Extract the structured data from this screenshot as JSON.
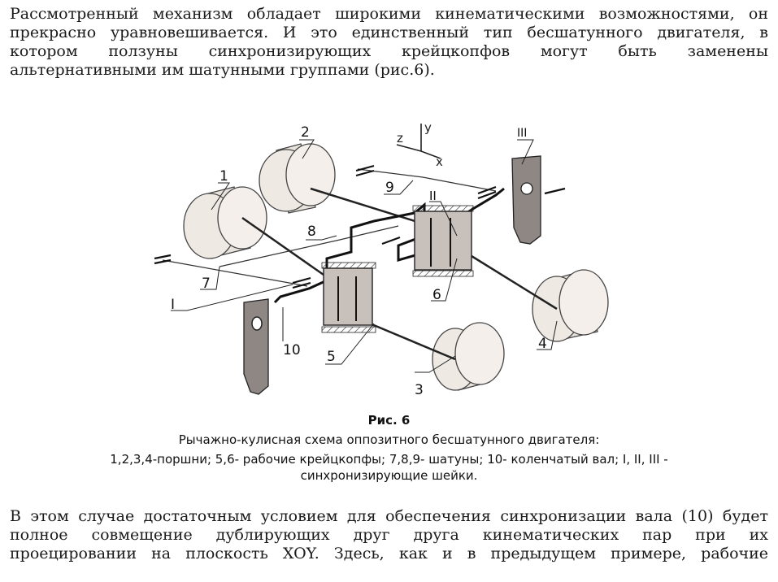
{
  "paragraph_top": {
    "lines": [
      "Рассмотренный механизм обладает широкими кинематическими возможностями, он",
      "прекрасно уравновешивается. И это единственный тип бесшатунного двигателя, в",
      "котором ползуны синхронизирующих крейцкопфов могут быть заменены",
      "альтернативными им шатунными группами (рис.6)."
    ]
  },
  "figure": {
    "labels": {
      "piston_1": "1",
      "piston_2": "2",
      "piston_3": "3",
      "piston_4": "4",
      "crosshead_5": "5",
      "crosshead_6": "6",
      "rod_7": "7",
      "rod_8": "8",
      "rod_9": "9",
      "shaft_10": "10",
      "journal_I": "I",
      "journal_II": "II",
      "journal_III": "III",
      "axis_x": "x",
      "axis_y": "y",
      "axis_z": "z"
    }
  },
  "caption": {
    "title": "Рис. 6",
    "subtitle": "Рычажно-кулисная схема оппозитного бесшатунного двигателя:",
    "line1": "1,2,3,4-поршни; 5,6- рабочие крейцкопфы; 7,8,9- шатуны; 10- коленчатый вал; I, II, III -",
    "line2": "синхронизирующие шейки."
  },
  "paragraph_bottom": {
    "lines": [
      "В этом случае достаточным условием для обеспечения синхронизации вала (10) будет",
      "полное совмещение дублирующих друг друга кинематических пар при их",
      "проецировании на плоскость XOY. Здесь, как и в предыдущем примере, рабочие"
    ]
  }
}
